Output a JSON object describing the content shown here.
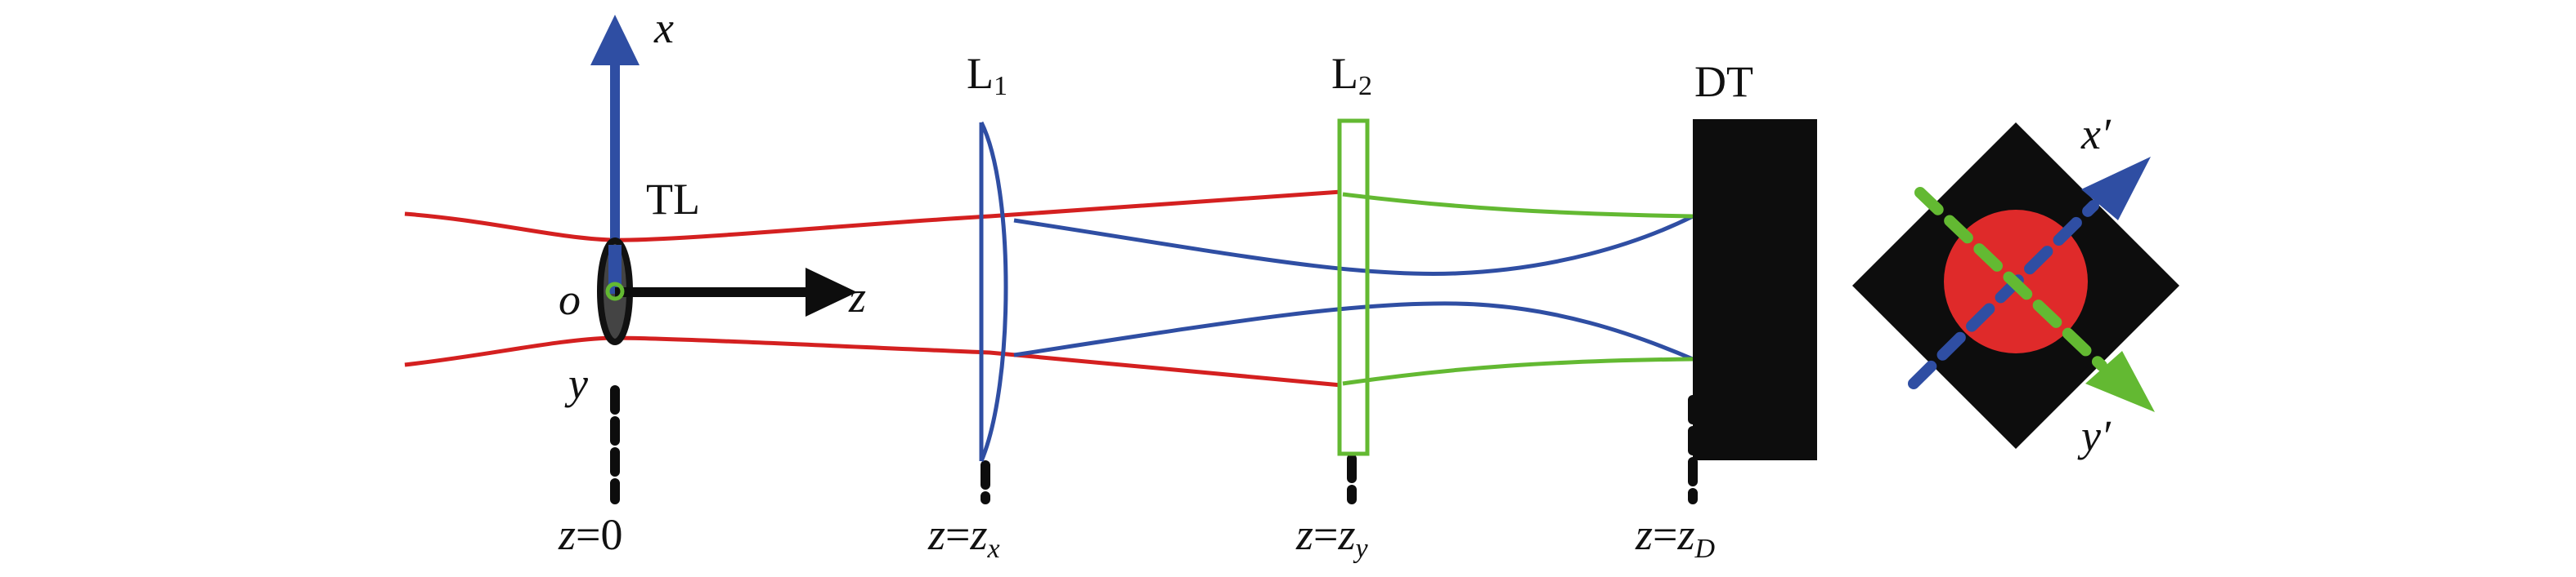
{
  "colors": {
    "red_beam": "#d42020",
    "blue": "#2f4ea3",
    "green": "#63b932",
    "black": "#0d0d0d",
    "disc": "#df2a2a"
  },
  "icons": [
    "arrow-x-icon",
    "arrow-z-icon",
    "arrow-x-prime-icon",
    "arrow-y-prime-icon"
  ],
  "labels": {
    "x": "x",
    "o": "o",
    "z": "z",
    "y": "y",
    "TL": "TL",
    "L1_base": "L",
    "L1_sub": "1",
    "L2_base": "L",
    "L2_sub": "2",
    "DT": "DT",
    "x_prime": "x′",
    "y_prime": "y′"
  },
  "positions": {
    "p0": {
      "z": "z",
      "eq": "=",
      "val": "0",
      "sub": ""
    },
    "px": {
      "z": "z",
      "eq": "=",
      "val": "z",
      "sub": "x"
    },
    "py": {
      "z": "z",
      "eq": "=",
      "val": "z",
      "sub": "y"
    },
    "pD": {
      "z": "z",
      "eq": "=",
      "val": "z",
      "sub": "D"
    }
  }
}
